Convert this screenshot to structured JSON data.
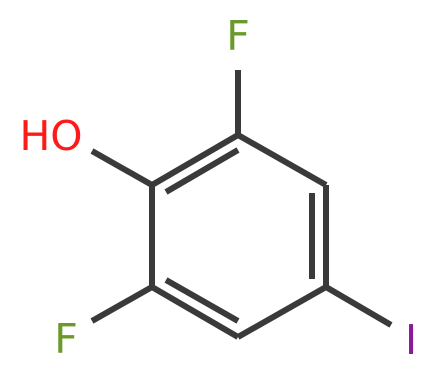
{
  "molecule": {
    "atoms": {
      "fluorine_top": {
        "symbol": "F",
        "color": "#6a9a2a"
      },
      "hydroxyl": {
        "symbol": "HO",
        "color": "#ff1a1a"
      },
      "fluorine_bottom": {
        "symbol": "F",
        "color": "#6a9a2a"
      },
      "iodine": {
        "symbol": "I",
        "color": "#8a1a9a"
      }
    },
    "bond_color": "#3a3a3a"
  }
}
